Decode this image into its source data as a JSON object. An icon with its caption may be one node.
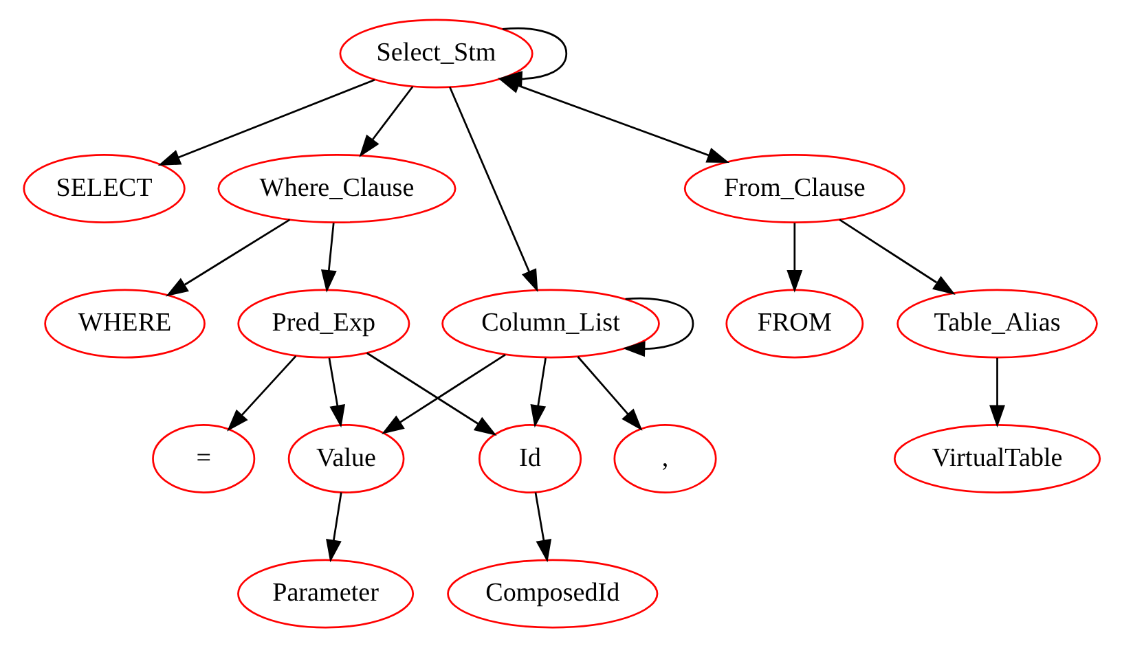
{
  "diagram": {
    "nodes": [
      {
        "text": [
          "Select_Stm"
        ]
      },
      {
        "text": [
          "SELECT"
        ]
      },
      {
        "text": [
          "Where_Clause"
        ]
      },
      {
        "text": [
          "From_Clause"
        ]
      },
      {
        "text": [
          "Column_List"
        ]
      },
      {
        "text": [
          "WHERE"
        ]
      },
      {
        "text": [
          "Pred_Exp"
        ]
      },
      {
        "text": [
          "Table_Alias"
        ]
      },
      {
        "text": [
          "FROM"
        ]
      },
      {
        "text": [
          ","
        ]
      },
      {
        "text": [
          "Value"
        ]
      },
      {
        "text": [
          "Id"
        ]
      },
      {
        "text": [
          "="
        ]
      },
      {
        "text": [
          "VirtualTable"
        ]
      },
      {
        "text": [
          "Parameter"
        ]
      },
      {
        "text": [
          "ComposedId"
        ]
      }
    ],
    "edges": [
      {
        "from": 0,
        "to": 0,
        "arrow": "to"
      },
      {
        "from": 0,
        "to": 1,
        "arrow": "to"
      },
      {
        "from": 0,
        "to": 4,
        "arrow": "to"
      },
      {
        "from": 0,
        "to": 2,
        "arrow": "to"
      },
      {
        "from": 0,
        "to": 3,
        "arrow": "both"
      },
      {
        "from": 2,
        "to": 5,
        "arrow": "to"
      },
      {
        "from": 2,
        "to": 6,
        "arrow": "to"
      },
      {
        "from": 3,
        "to": 7,
        "arrow": "to"
      },
      {
        "from": 3,
        "to": 8,
        "arrow": "to"
      },
      {
        "from": 4,
        "to": 4,
        "arrow": "to"
      },
      {
        "from": 4,
        "to": 9,
        "arrow": "to"
      },
      {
        "from": 4,
        "to": 10,
        "arrow": "to"
      },
      {
        "from": 4,
        "to": 11,
        "arrow": "to"
      },
      {
        "from": 6,
        "to": 10,
        "arrow": "to"
      },
      {
        "from": 6,
        "to": 11,
        "arrow": "to"
      },
      {
        "from": 6,
        "to": 12,
        "arrow": "to"
      },
      {
        "from": 7,
        "to": 13,
        "arrow": "to"
      },
      {
        "from": 10,
        "to": 14,
        "arrow": "to"
      },
      {
        "from": 11,
        "to": 15,
        "arrow": "to"
      }
    ]
  }
}
